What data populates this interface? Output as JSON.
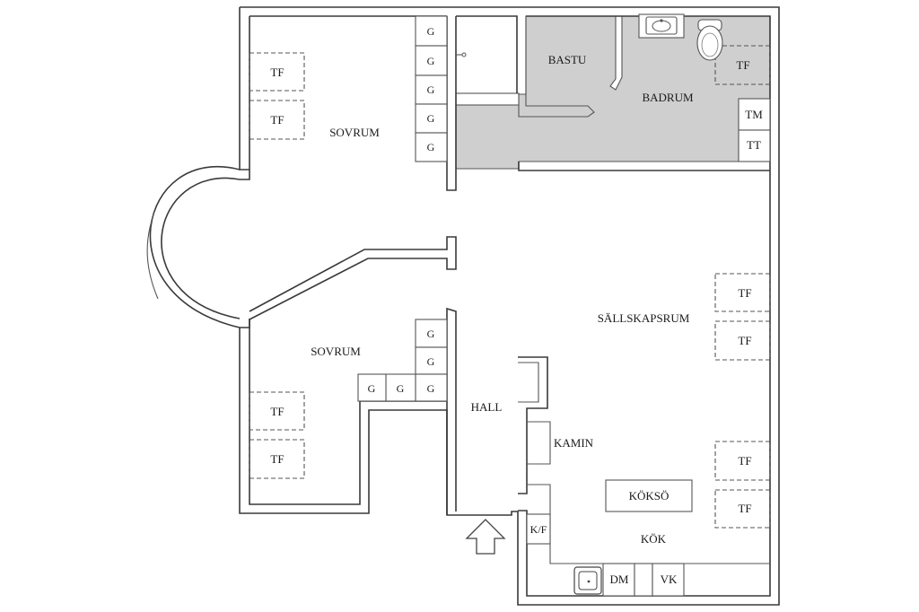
{
  "rooms": {
    "sovrum_top": "SOVRUM",
    "sovrum_bottom": "SOVRUM",
    "bastu": "BASTU",
    "badrum": "BADRUM",
    "sallskapsrum": "SÄLLSKAPSRUM",
    "hall": "HALL",
    "kok": "KÖK"
  },
  "fixtures": {
    "kamin": "KAMIN",
    "kokso": "KÖKSÖ",
    "kf": "K/F",
    "dm": "DM",
    "vk": "VK",
    "tm": "TM",
    "tt": "TT"
  },
  "markers": {
    "window": "TF",
    "wardrobe": "G"
  },
  "icons": {
    "entrance": "entrance-arrow-icon",
    "sink": "sink-icon",
    "toilet": "toilet-icon",
    "kitchen_sink": "kitchen-sink-icon",
    "tap": "tap-icon"
  },
  "colors": {
    "wall": "#3a3a3a",
    "wet_room": "#cfcfcf"
  }
}
